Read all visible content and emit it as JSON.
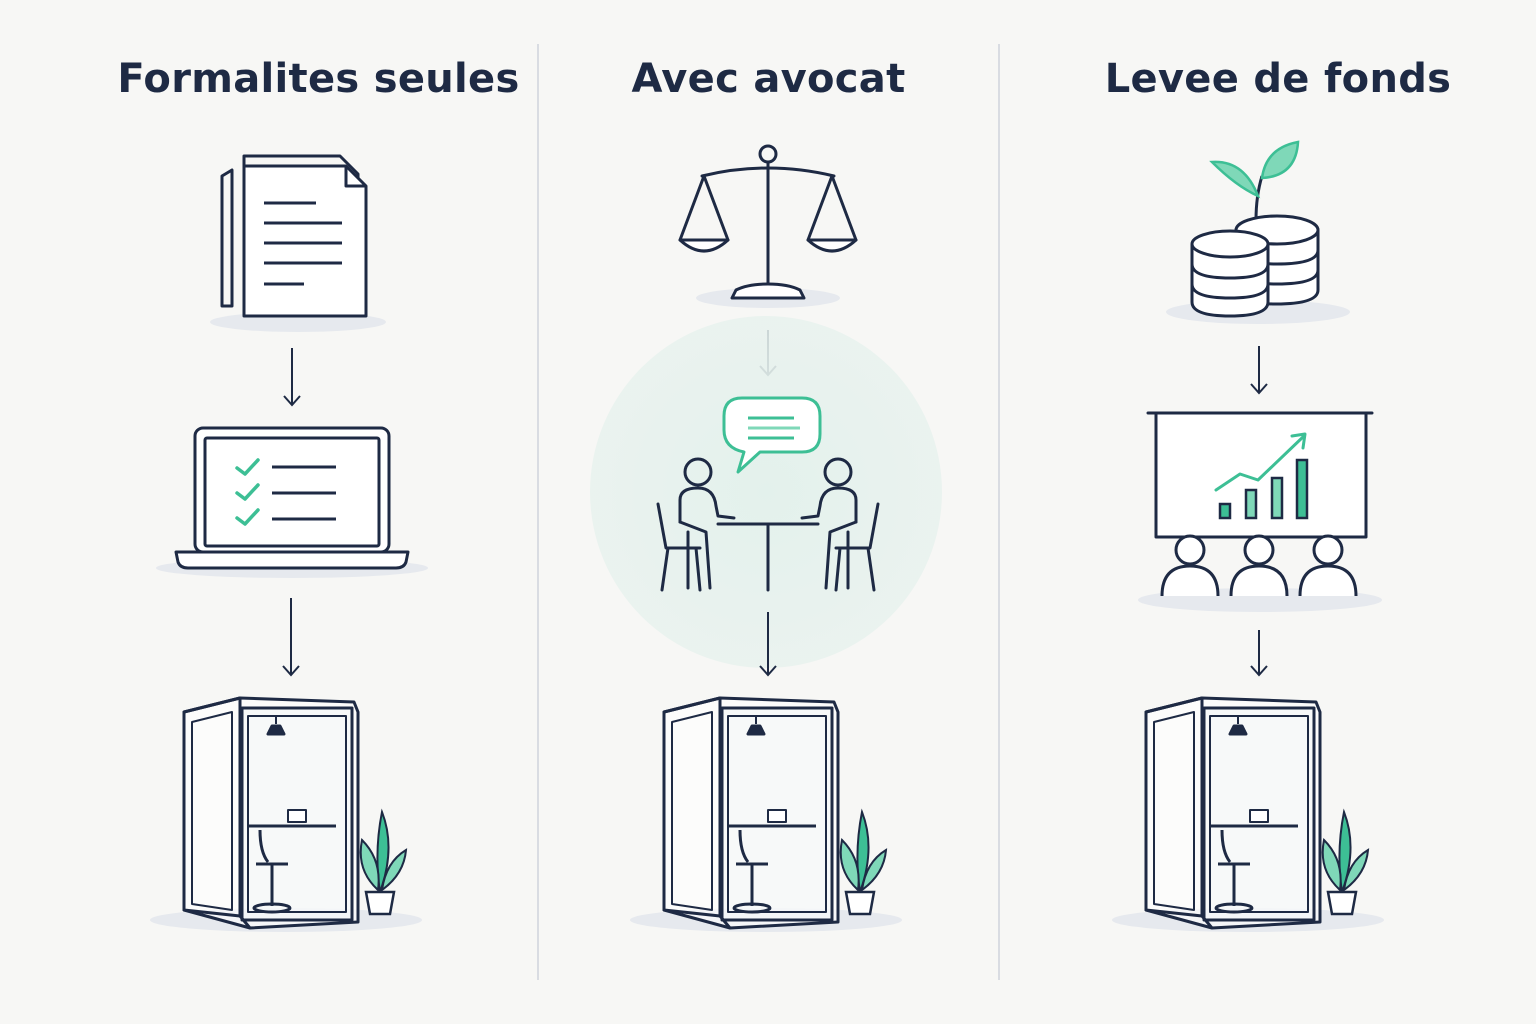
{
  "columns": [
    {
      "title": "Formalites seules",
      "steps": [
        "document-icon",
        "laptop-checklist-icon",
        "phone-booth-icon"
      ]
    },
    {
      "title": "Avec avocat",
      "steps": [
        "scales-of-justice-icon",
        "lawyer-meeting-icon",
        "phone-booth-icon"
      ]
    },
    {
      "title": "Levee de fonds",
      "steps": [
        "coins-plant-icon",
        "investor-pitch-icon",
        "phone-booth-icon"
      ]
    }
  ],
  "colors": {
    "ink": "#1e2a44",
    "accent": "#3dbf95",
    "accent_light": "#7fd8b8",
    "divider": "#d9dce2",
    "background": "#f7f7f5",
    "shadow": "#e6e9ee",
    "halo": "#e3f1ec"
  }
}
